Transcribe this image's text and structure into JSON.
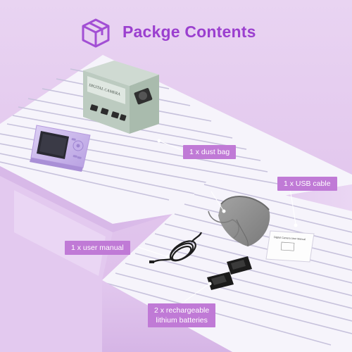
{
  "header": {
    "title": "Packge Contents",
    "icon": "box-icon"
  },
  "camera_box": {
    "brand_text": "DIGITAL CAMERA"
  },
  "labels": {
    "dust_bag": "1 x dust bag",
    "usb_cable": "1 x USB cable",
    "user_manual": "1 x user manual",
    "batteries_line1": "2 x rechargeable",
    "batteries_line2": "lithium batteries"
  },
  "manual": {
    "cover_text": "Digital Camera User Manual"
  },
  "colors": {
    "background": "#e5cdef",
    "accent": "#9b3fcf",
    "tag_background": "#c07ad6",
    "camera_body": "#cbb6ec",
    "box_green": "#b9cabe",
    "pouch_gray": "#8f8f8f"
  }
}
